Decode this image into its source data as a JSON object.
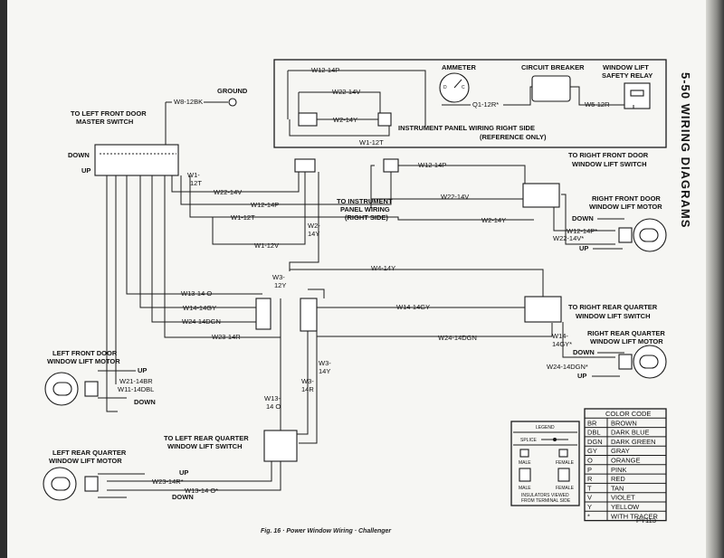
{
  "page_header": "5-50 WIRING DIAGRAMS",
  "caption": "Fig. 16 · Power Window Wiring · Challenger",
  "figure_code": "PY113",
  "components": {
    "ammeter": "AMMETER",
    "circuit_breaker": "CIRCUIT BREAKER",
    "relay_1": "WINDOW LIFT",
    "relay_2": "SAFETY RELAY",
    "ground": "GROUND",
    "ip_1": "INSTRUMENT PANEL WIRING RIGHT SIDE",
    "ip_2": "(REFERENCE ONLY)",
    "lf_switch_1": "TO LEFT FRONT DOOR",
    "lf_switch_2": "MASTER SWITCH",
    "rf_switch_1": "TO RIGHT FRONT DOOR",
    "rf_switch_2": "WINDOW LIFT SWITCH",
    "to_ip_1": "TO INSTRUMENT",
    "to_ip_2": "PANEL WIRING",
    "to_ip_3": "(RIGHT SIDE)",
    "rf_motor_1": "RIGHT FRONT DOOR",
    "rf_motor_2": "WINDOW LIFT MOTOR",
    "rrq_switch_1": "TO RIGHT REAR QUARTER",
    "rrq_switch_2": "WINDOW LIFT SWITCH",
    "rrq_motor_1": "RIGHT REAR QUARTER",
    "rrq_motor_2": "WINDOW LIFT MOTOR",
    "lf_motor_1": "LEFT FRONT DOOR",
    "lf_motor_2": "WINDOW LIFT MOTOR",
    "lrq_switch_1": "TO LEFT REAR QUARTER",
    "lrq_switch_2": "WINDOW LIFT SWITCH",
    "lrq_motor_1": "LEFT REAR QUARTER",
    "lrq_motor_2": "WINDOW LIFT MOTOR"
  },
  "direction": {
    "down": "DOWN",
    "up": "UP"
  },
  "wires": {
    "w12_14p": "W12-14P",
    "w22_14v": "W22-14V",
    "w2_14y": "W2-14Y",
    "w1_12t": "W1-12T",
    "q1_12r": "Q1-12R*",
    "w5_12r": "W5-12R",
    "w8_12bk": "W8-12BK",
    "w1_12t_a": "W1-",
    "w1_12t_b": "12T",
    "w2_14y_a": "W2-",
    "w2_14y_b": "14Y",
    "w1_12v": "W1-12V",
    "w3_12y_a": "W3-",
    "w3_12y_b": "12Y",
    "w4_14y": "W4-14Y",
    "w13_14o": "W13-14 O",
    "w14_14gy": "W14-14GY",
    "w24_14dgn": "W24-14DGN",
    "w23_14r": "W23-14R",
    "w12_14p_star": "W12-14P*",
    "w22_14v_star": "W22-14V*",
    "w14_14gy_a": "W14-",
    "w14_14gy_b": "14GY*",
    "w24_14dgn_star": "W24-14DGN*",
    "w3_14y_a": "W3-",
    "w3_14y_b": "14Y",
    "w3_14r_a": "W3-",
    "w3_14r_b": "14R",
    "w13_14o_a": "W13-",
    "w13_14o_b": "14 O",
    "w21_14br": "W21-14BR",
    "w11_14dbl": "W11-14DBL",
    "w23_14r_star": "W23-14R*",
    "w13_14o_star": "W13-14 O*"
  },
  "legend": {
    "title": "LEGEND",
    "splice": "SPLICE",
    "male": "MALE",
    "female": "FEMALE",
    "note_1": "INSULATORS VIEWED",
    "note_2": "FROM TERMINAL SIDE"
  },
  "color_code": {
    "title": "COLOR CODE",
    "rows": [
      {
        "code": "BR",
        "name": "BROWN"
      },
      {
        "code": "DBL",
        "name": "DARK BLUE"
      },
      {
        "code": "DGN",
        "name": "DARK GREEN"
      },
      {
        "code": "GY",
        "name": "GRAY"
      },
      {
        "code": "O",
        "name": "ORANGE"
      },
      {
        "code": "P",
        "name": "PINK"
      },
      {
        "code": "R",
        "name": "RED"
      },
      {
        "code": "T",
        "name": "TAN"
      },
      {
        "code": "V",
        "name": "VIOLET"
      },
      {
        "code": "Y",
        "name": "YELLOW"
      },
      {
        "code": "*",
        "name": "WITH TRACER"
      }
    ]
  }
}
